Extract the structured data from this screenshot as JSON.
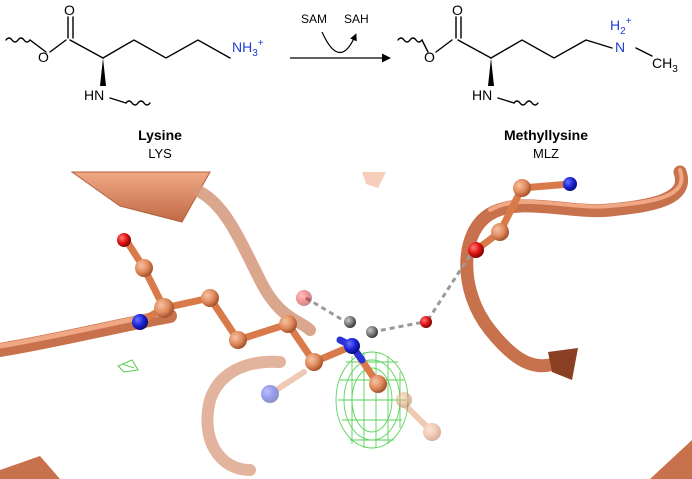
{
  "reaction": {
    "cofactor_in": "SAM",
    "cofactor_out": "SAH"
  },
  "substrate": {
    "name": "Lysine",
    "code": "LYS",
    "atom_o_carbonyl": "O",
    "atom_o_ester": "O",
    "atom_n_backbone": "HN",
    "amine_group": "NH",
    "amine_subscript": "3",
    "amine_charge": "+"
  },
  "product": {
    "name": "Methyllysine",
    "code": "MLZ",
    "atom_o_carbonyl": "O",
    "atom_o_ester": "O",
    "atom_n_backbone": "HN",
    "amine_h": "H",
    "amine_subscript": "2",
    "amine_charge": "+",
    "amine_n": "N",
    "methyl_c": "CH",
    "methyl_subscript": "3"
  },
  "colors": {
    "ribbon": "#d88a66",
    "ribbon_dark": "#a85a3a",
    "carbon": "#e08a5c",
    "nitrogen": "#1a22d6",
    "oxygen": "#e01010",
    "hydrogen_grey": "#7a7a7a",
    "density_mesh": "#3ecb3e",
    "hbond": "#8a8a8a",
    "label_blue": "#1f3fd9"
  }
}
